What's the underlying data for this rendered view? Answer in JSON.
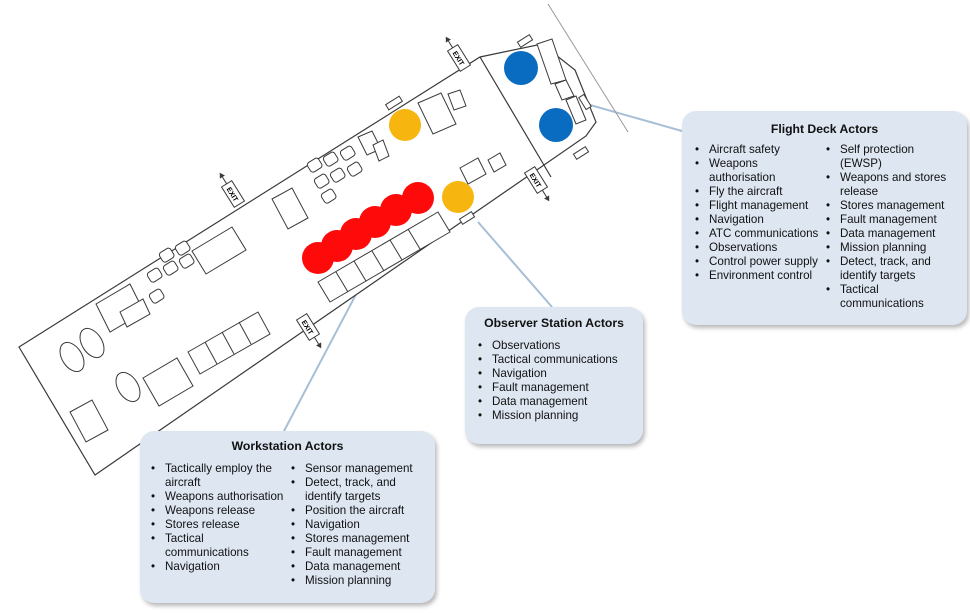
{
  "colors": {
    "pilot_seat": "#0a6cc0",
    "observer_seat": "#f6b50f",
    "workstation_seat": "#ff0a0a",
    "card_background": "#dde6f1",
    "leader_line": "#a7bfd6",
    "outline": "#3a3a3a"
  },
  "exit_label": "EXIT",
  "flight_deck": {
    "title": "Flight Deck Actors",
    "col1": [
      "Aircraft safety",
      "Weapons authorisation",
      "Fly the aircraft",
      "Flight management",
      "Navigation",
      "ATC communications",
      "Observations",
      "Control power supply",
      "Environment  control"
    ],
    "col2": [
      "Self protection (EWSP)",
      "Weapons and stores release",
      "Stores management",
      "Fault management",
      "Data management",
      "Mission planning",
      "Detect, track, and identify targets",
      "Tactical communications"
    ]
  },
  "observer_station": {
    "title": "Observer Station Actors",
    "items": [
      "Observations",
      "Tactical communications",
      "Navigation",
      "Fault management",
      "Data management",
      "Mission planning"
    ]
  },
  "workstation": {
    "title": "Workstation Actors",
    "col1": [
      "Tactically employ the aircraft",
      "Weapons authorisation",
      "Weapons release",
      "Stores release",
      "Tactical communications",
      "Navigation"
    ],
    "col2": [
      "Sensor management",
      "Detect, track, and identify targets",
      "Position the aircraft",
      "Navigation",
      "Stores management",
      "Fault management",
      "Data management",
      "Mission planning"
    ]
  }
}
